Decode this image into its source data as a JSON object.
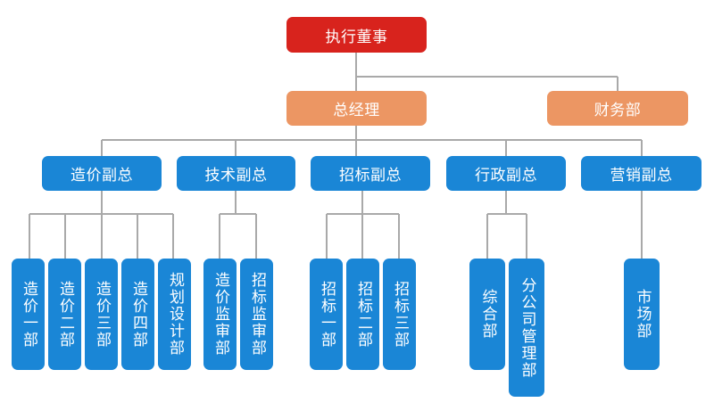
{
  "root": {
    "label": "执行董事"
  },
  "level2": [
    {
      "id": "gm",
      "label": "总经理"
    },
    {
      "id": "finance",
      "label": "财务部"
    }
  ],
  "level3": [
    {
      "id": "cost",
      "label": "造价副总"
    },
    {
      "id": "tech",
      "label": "技术副总"
    },
    {
      "id": "bid",
      "label": "招标副总"
    },
    {
      "id": "admin",
      "label": "行政副总"
    },
    {
      "id": "sales",
      "label": "营销副总"
    }
  ],
  "level4": [
    {
      "parent": "cost",
      "label": "造价一部"
    },
    {
      "parent": "cost",
      "label": "造价二部"
    },
    {
      "parent": "cost",
      "label": "造价三部"
    },
    {
      "parent": "cost",
      "label": "造价四部"
    },
    {
      "parent": "cost",
      "label": "规划设计部"
    },
    {
      "parent": "tech",
      "label": "造价监审部"
    },
    {
      "parent": "tech",
      "label": "招标监审部"
    },
    {
      "parent": "bid",
      "label": "招标一部"
    },
    {
      "parent": "bid",
      "label": "招标二部"
    },
    {
      "parent": "bid",
      "label": "招标三部"
    },
    {
      "parent": "admin",
      "label": "综合部"
    },
    {
      "parent": "admin",
      "label": "分公司管理部"
    },
    {
      "parent": "sales",
      "label": "市场部"
    }
  ]
}
